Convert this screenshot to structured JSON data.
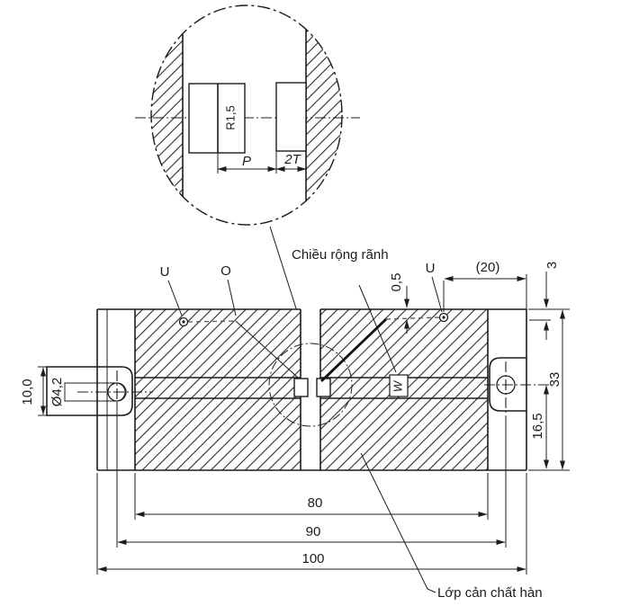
{
  "detail_view": {
    "radius_label": "R1,5",
    "pitch_label": "P",
    "notch_width_label": "2T"
  },
  "main_view": {
    "callouts": {
      "groove_width": "Chiều rộng rãnh",
      "backing_layer": "Lớp cản chất hàn",
      "u_left": "U",
      "o_point": "O",
      "u_right": "U",
      "w_symbol": "W"
    },
    "dimensions": {
      "wire_depth": "0,5",
      "tab_length": "(20)",
      "u_depth": "3",
      "height": "33",
      "lower_height": "16,5",
      "tab_width": "10,0",
      "hole_diameter": "Ø4,2",
      "groove_span": "80",
      "hole_span": "90",
      "total_length": "100"
    }
  }
}
